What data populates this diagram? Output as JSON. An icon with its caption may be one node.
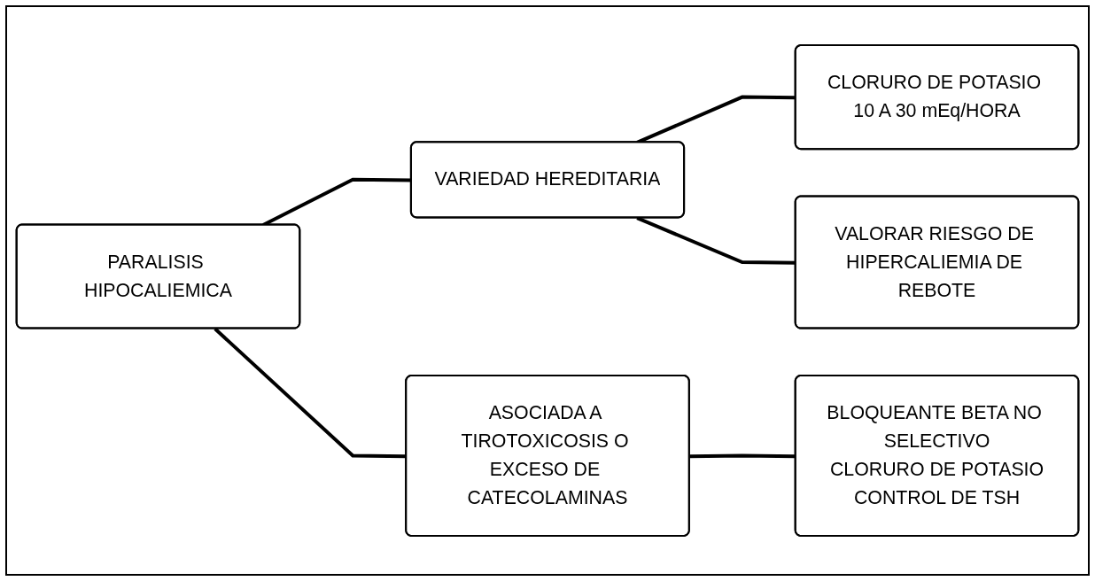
{
  "diagram": {
    "nodes": [
      {
        "text": [
          "PARALISIS HIPOCALIEMICA"
        ]
      },
      {
        "text": [
          "VARIEDAD HEREDITARIA"
        ]
      },
      {
        "text": [
          "CLORURO DE POTASIO 10 A 30 mEq/HORA"
        ]
      },
      {
        "text": [
          "VALORAR RIESGO DE HIPERCALIEMIA DE REBOTE"
        ]
      },
      {
        "text": [
          "ASOCIADA A TIROTOXICOSIS O EXCESO DE CATECOLAMINAS"
        ]
      },
      {
        "text": [
          "BLOQUEANTE BETA NO SELECTIVO",
          "CLORURO DE POTASIO",
          "CONTROL DE TSH"
        ]
      }
    ],
    "edges": [
      {
        "from": 0,
        "to": 1,
        "arrow": "none"
      },
      {
        "from": 0,
        "to": 4,
        "arrow": "none"
      },
      {
        "from": 1,
        "to": 2,
        "arrow": "none"
      },
      {
        "from": 1,
        "to": 3,
        "arrow": "none"
      },
      {
        "from": 4,
        "to": 5,
        "arrow": "none"
      }
    ]
  }
}
